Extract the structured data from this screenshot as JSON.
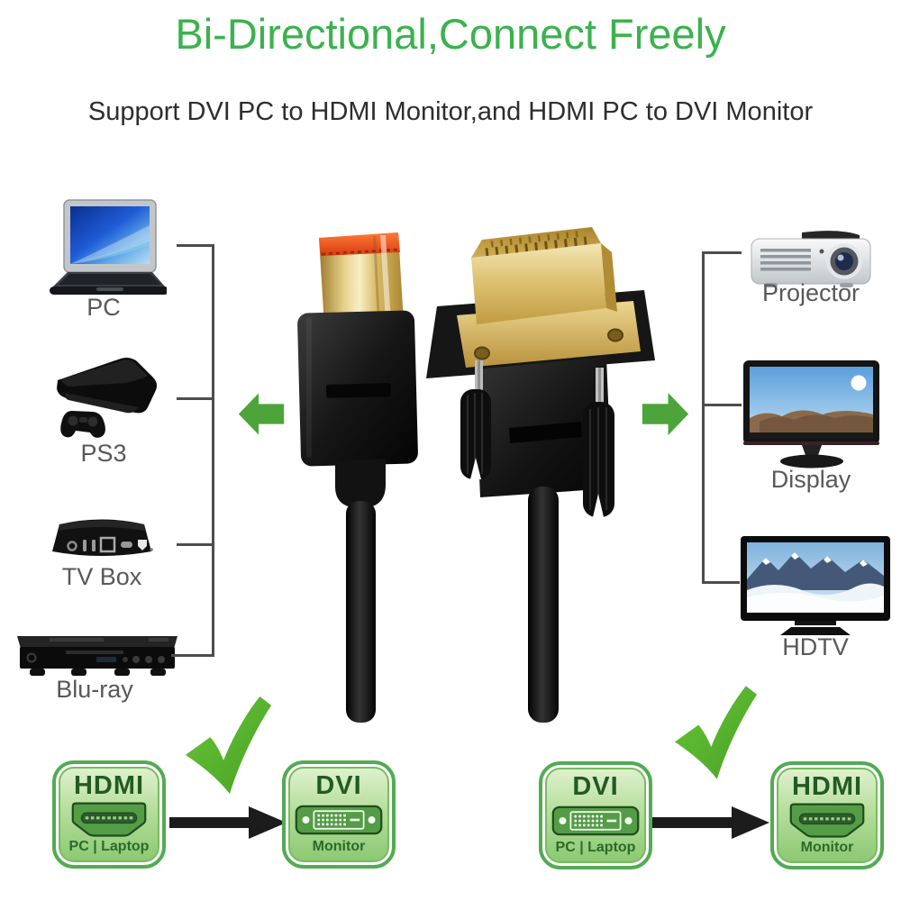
{
  "title": "Bi-Directional,Connect Freely",
  "subtitle": "Support DVI PC to HDMI Monitor,and HDMI PC to DVI Monitor",
  "left_devices": [
    "PC",
    "PS3",
    "TV Box",
    "Blu-ray"
  ],
  "right_devices": [
    "Projector",
    "Display",
    "HDTV"
  ],
  "bottom_diagrams": [
    {
      "source": {
        "title": "HDMI",
        "subtitle": "PC | Laptop",
        "port": "hdmi"
      },
      "target": {
        "title": "DVI",
        "subtitle": "Monitor",
        "port": "dvi"
      }
    },
    {
      "source": {
        "title": "DVI",
        "subtitle": "PC | Laptop",
        "port": "dvi"
      },
      "target": {
        "title": "HDMI",
        "subtitle": "Monitor",
        "port": "hdmi"
      }
    }
  ],
  "icons": {
    "left_arrow": "arrow-left-icon",
    "right_arrow": "arrow-right-icon",
    "checkmark": "checkmark-icon",
    "black_arrow": "arrow-right-black-icon",
    "devices_left": [
      "laptop-icon",
      "ps3-console-icon",
      "tv-box-icon",
      "blu-ray-player-icon"
    ],
    "devices_right": [
      "projector-icon",
      "display-monitor-icon",
      "hdtv-icon"
    ],
    "connectors": [
      "hdmi-connector-photo",
      "dvi-connector-photo"
    ],
    "ports": [
      "hdmi-port-icon",
      "dvi-port-icon"
    ]
  },
  "colors": {
    "title_green": "#3bb24e",
    "subtitle_dark": "#2d2d2d",
    "label_gray": "#585858",
    "bracket_line_gray": "#4d4d4d",
    "arrow_green": "#4ca43a",
    "check_green": "#55b22e",
    "badge_border_green": "#53ab53",
    "badge_fill_light": "#def1cd",
    "badge_fill_dark": "#8cc973",
    "badge_text_green": "#225a22",
    "black_arrow": "#1c1c1c",
    "hdmi_gold": "#e6cf87",
    "hdmi_orange": "#e8501f"
  }
}
